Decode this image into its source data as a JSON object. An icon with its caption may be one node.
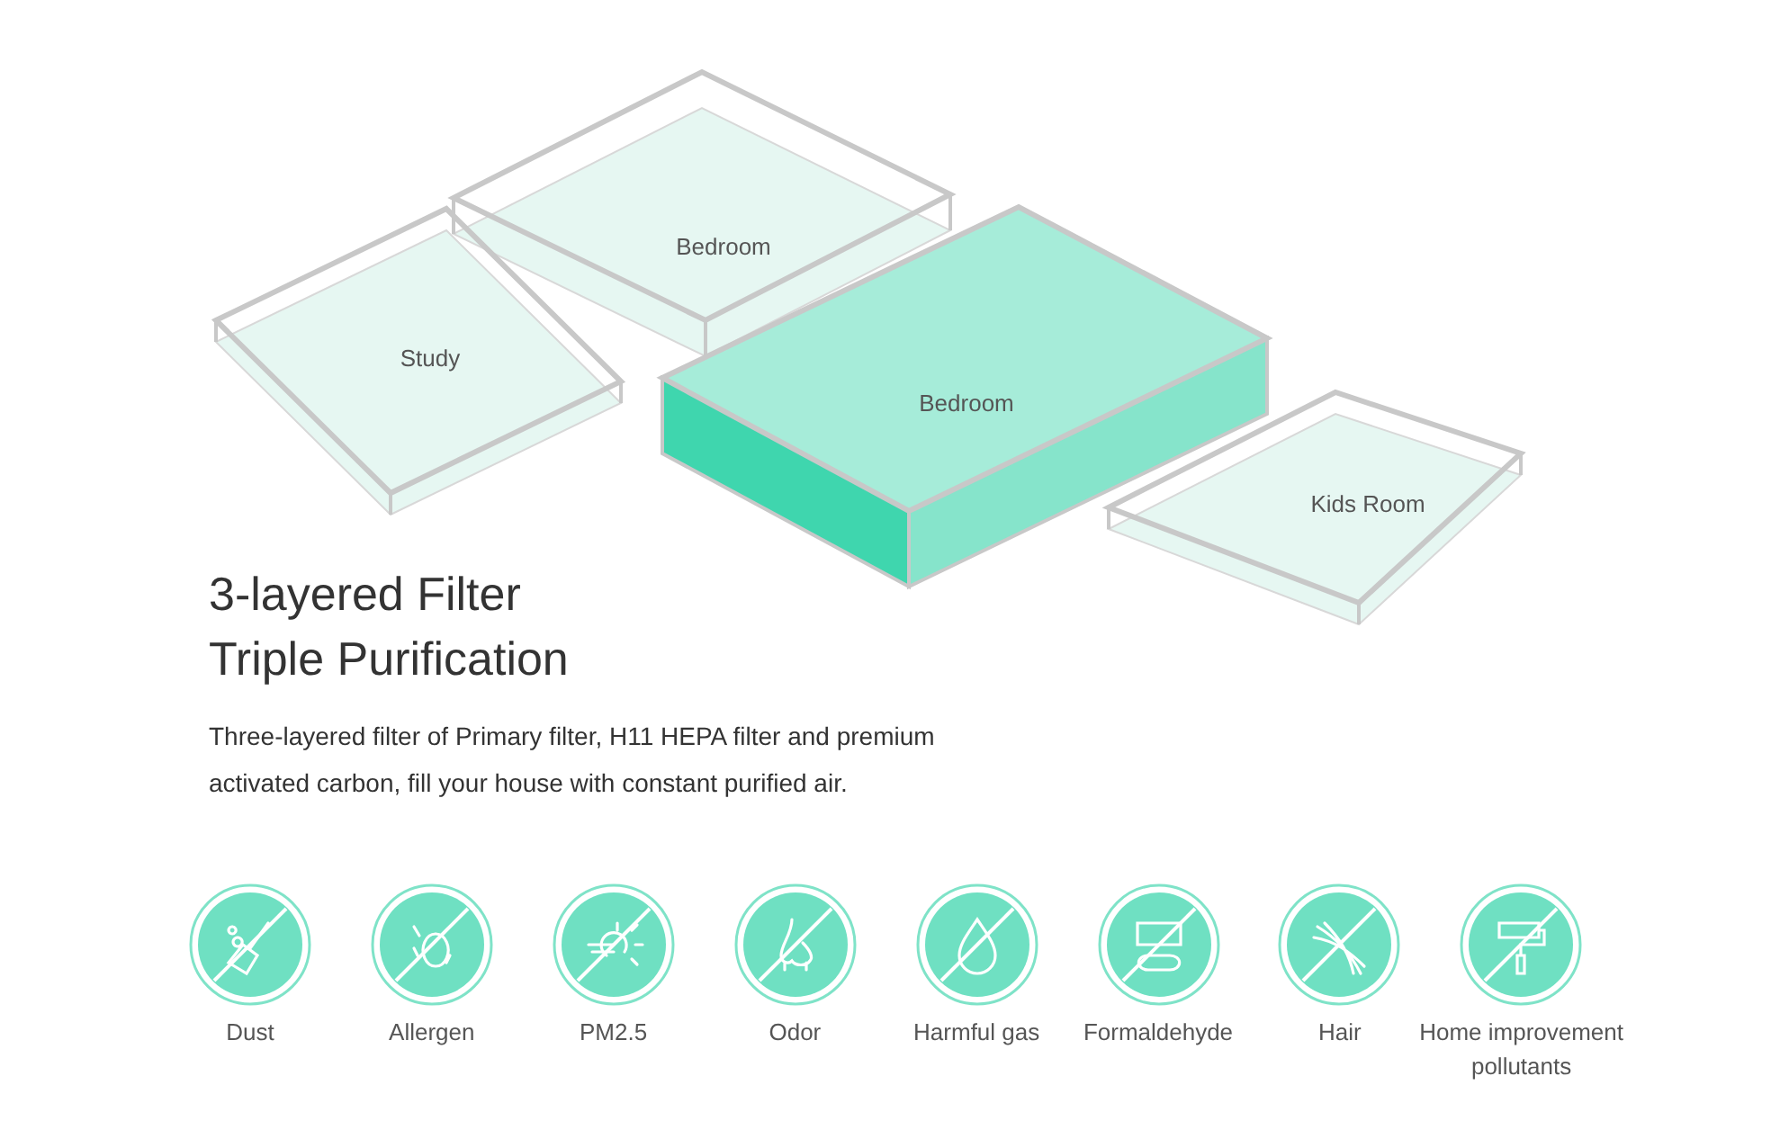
{
  "diagram": {
    "title": "3-layered Filter Triple Purification",
    "nodes": [
      {
        "text": [
          "Bedroom"
        ]
      },
      {
        "text": [
          "Study"
        ]
      },
      {
        "text": [
          "Bedroom"
        ]
      },
      {
        "text": [
          "Kids Room"
        ]
      }
    ],
    "labels": [
      "Three-layered filter of Primary filter, H11 HEPA filter and premium activated carbon, fill your house with constant purified air.",
      "Dust",
      "Allergen",
      "PM2.5",
      "Odor",
      "Harmful gas",
      "Formaldehyde",
      "Hair",
      "Home improvement pollutants"
    ]
  }
}
